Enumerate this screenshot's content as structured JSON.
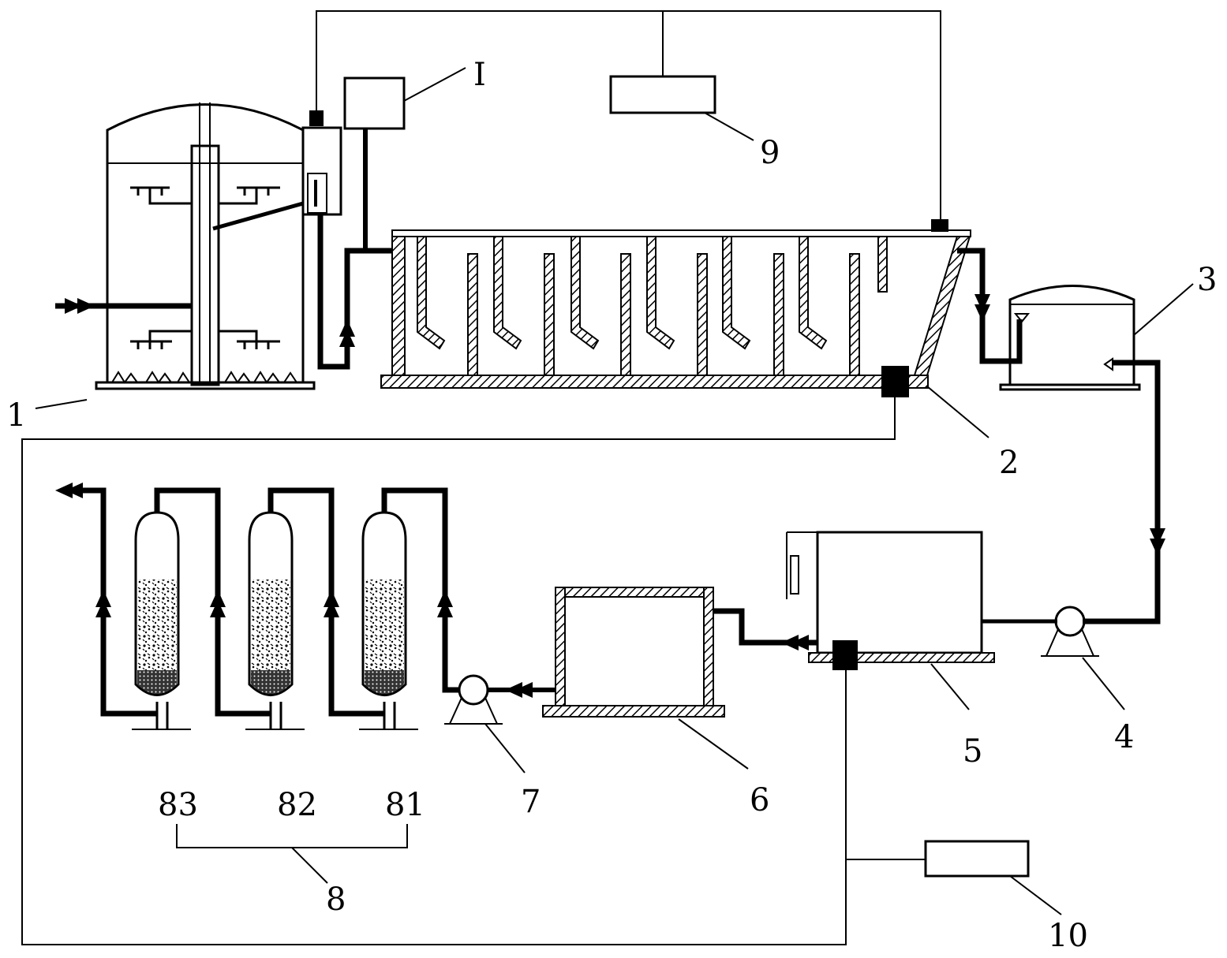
{
  "labels": {
    "reactor": "1",
    "baffled_tank": "2",
    "buffer_tank": "3",
    "pump_a": "4",
    "sedimentation_tank": "5",
    "storage_tank": "6",
    "pump_b": "7",
    "column_group": "8",
    "controller": "9",
    "monitor": "10",
    "column_81": "81",
    "column_82": "82",
    "column_83": "83",
    "detail_unit": "I"
  },
  "colors": {
    "line": "#000000",
    "background": "#ffffff"
  }
}
